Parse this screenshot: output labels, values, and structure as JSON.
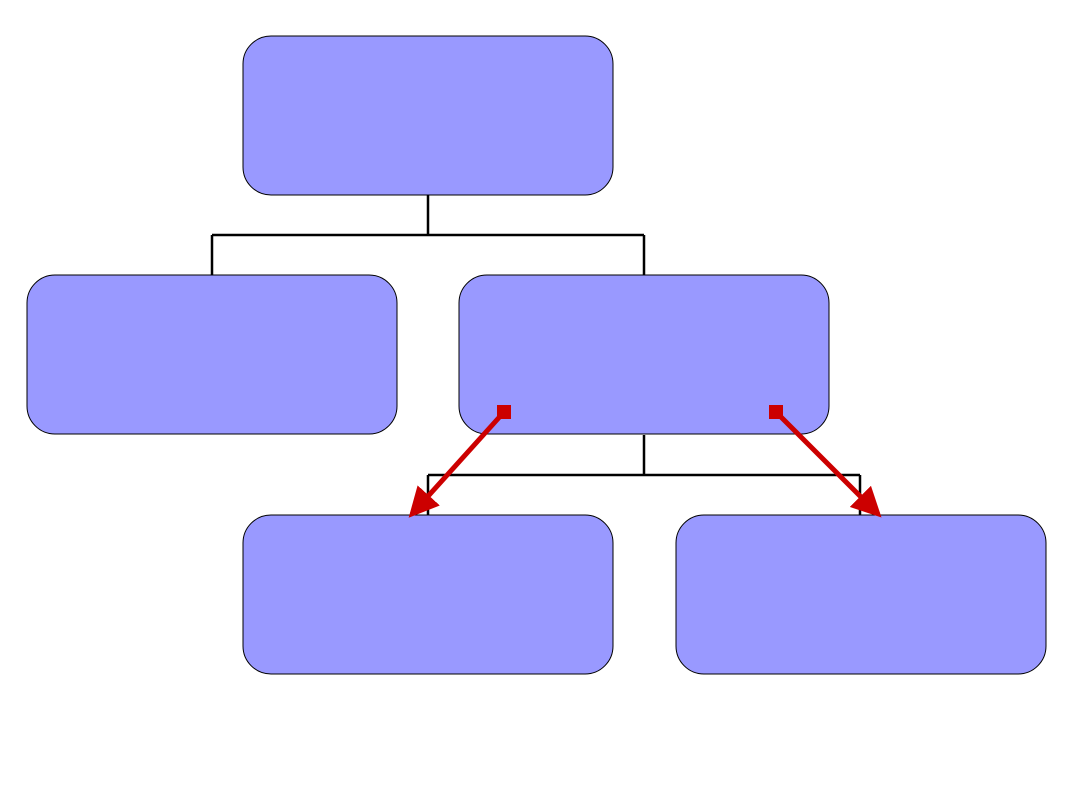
{
  "diagram": {
    "colors": {
      "node_fill": "#9999ff",
      "node_stroke": "#000000",
      "connector": "#000000",
      "arrow": "#cc0000"
    },
    "nodes": [
      {
        "id": "root",
        "label": ""
      },
      {
        "id": "left-child",
        "label": ""
      },
      {
        "id": "right-child",
        "label": ""
      },
      {
        "id": "grandchild-left",
        "label": ""
      },
      {
        "id": "grandchild-right",
        "label": ""
      }
    ],
    "edges": [
      {
        "from": "root",
        "to": "left-child"
      },
      {
        "from": "root",
        "to": "right-child"
      },
      {
        "from": "right-child",
        "to": "grandchild-left"
      },
      {
        "from": "right-child",
        "to": "grandchild-right"
      }
    ],
    "arrows": [
      {
        "from": "right-child",
        "to": "grandchild-left"
      },
      {
        "from": "right-child",
        "to": "grandchild-right"
      }
    ]
  }
}
